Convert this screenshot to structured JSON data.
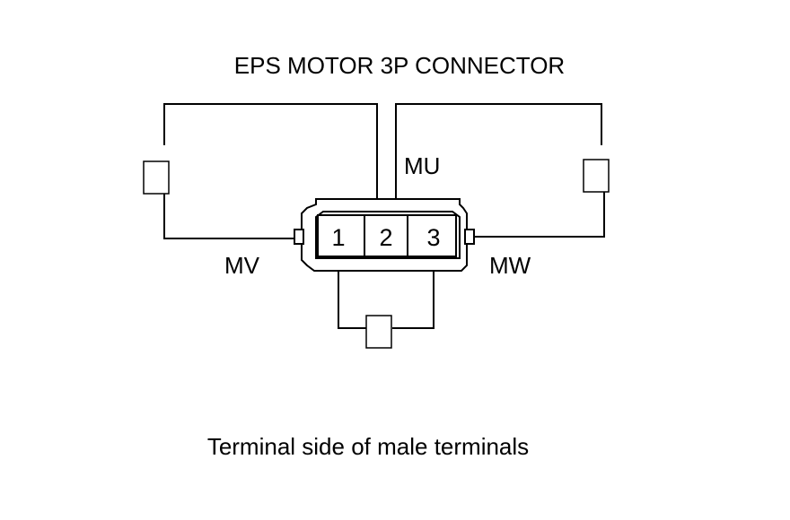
{
  "diagram": {
    "title": "EPS MOTOR 3P CONNECTOR",
    "caption": "Terminal side of male terminals",
    "wire_labels": {
      "mu": "MU",
      "mv": "MV",
      "mw": "MW"
    },
    "terminals": [
      "1",
      "2",
      "3"
    ]
  }
}
